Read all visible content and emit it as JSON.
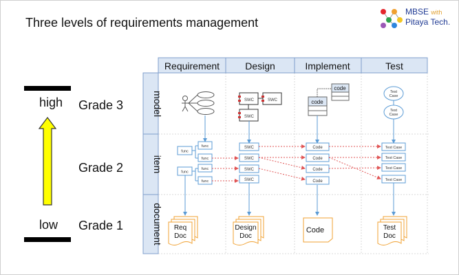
{
  "title": "Three levels of requirements management",
  "logo": {
    "line1_a": "MBSE",
    "line1_b": "with",
    "line2": "Pitaya Tech."
  },
  "levels": {
    "high": "high",
    "low": "low",
    "grade3": "Grade 3",
    "grade2": "Grade 2",
    "grade1": "Grade 1"
  },
  "columns": [
    "Requirement",
    "Design",
    "Implement",
    "Test"
  ],
  "rows": [
    "model",
    "item",
    "document"
  ],
  "req_items": {
    "func": "func"
  },
  "design_items": {
    "swc": "SWC"
  },
  "impl_items": {
    "code": "code",
    "code_box": "Code"
  },
  "test_items": {
    "test_case": "Test Case",
    "test_case_model": [
      "Test",
      "Case"
    ]
  },
  "docs": {
    "req": [
      "Req",
      "Doc"
    ],
    "design": [
      "Design",
      "Doc"
    ],
    "code": "Code",
    "test": [
      "Test",
      "Doc"
    ]
  },
  "colors": {
    "header_fill": "#dbe6f4",
    "header_border": "#7f9fcc",
    "line": "#5b9bd5",
    "trace": "#e05555",
    "doc": "#f0a030",
    "arrow_fill": "#ffff00"
  }
}
